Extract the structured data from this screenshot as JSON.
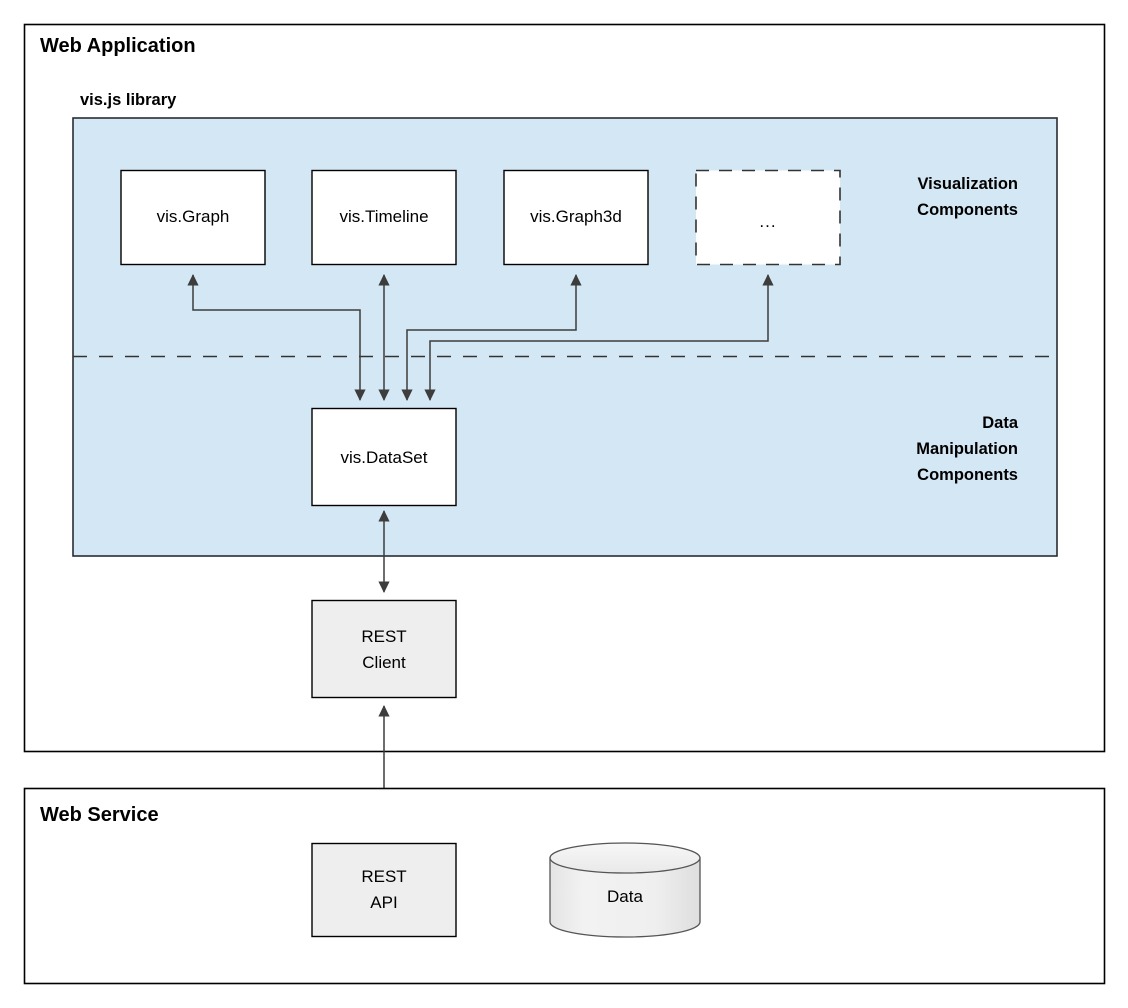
{
  "diagram": {
    "panels": [
      {
        "id": "web-application",
        "title": "Web Application"
      },
      {
        "id": "web-service",
        "title": "Web Service"
      }
    ],
    "library": {
      "title": "vis.js library",
      "zones": [
        {
          "id": "visualization",
          "label_lines": [
            "Visualization",
            "Components"
          ]
        },
        {
          "id": "data-manipulation",
          "label_lines": [
            "Data",
            "Manipulation",
            "Components"
          ]
        }
      ]
    },
    "nodes": {
      "vis_graph": "vis.Graph",
      "vis_timeline": "vis.Timeline",
      "vis_graph3d": "vis.Graph3d",
      "vis_more": "...",
      "vis_dataset": "vis.DataSet",
      "rest_client_line1": "REST",
      "rest_client_line2": "Client",
      "rest_api_line1": "REST",
      "rest_api_line2": "API",
      "data_store": "Data"
    },
    "colors": {
      "library_panel_fill": "#d4e7f4",
      "node_fill_white": "#ffffff",
      "node_fill_grey": "#eeeeee",
      "cylinder_fill": "#f0f0f0",
      "stroke": "#000000",
      "connector": "#3d3d3d",
      "panel_border": "#000000"
    }
  }
}
